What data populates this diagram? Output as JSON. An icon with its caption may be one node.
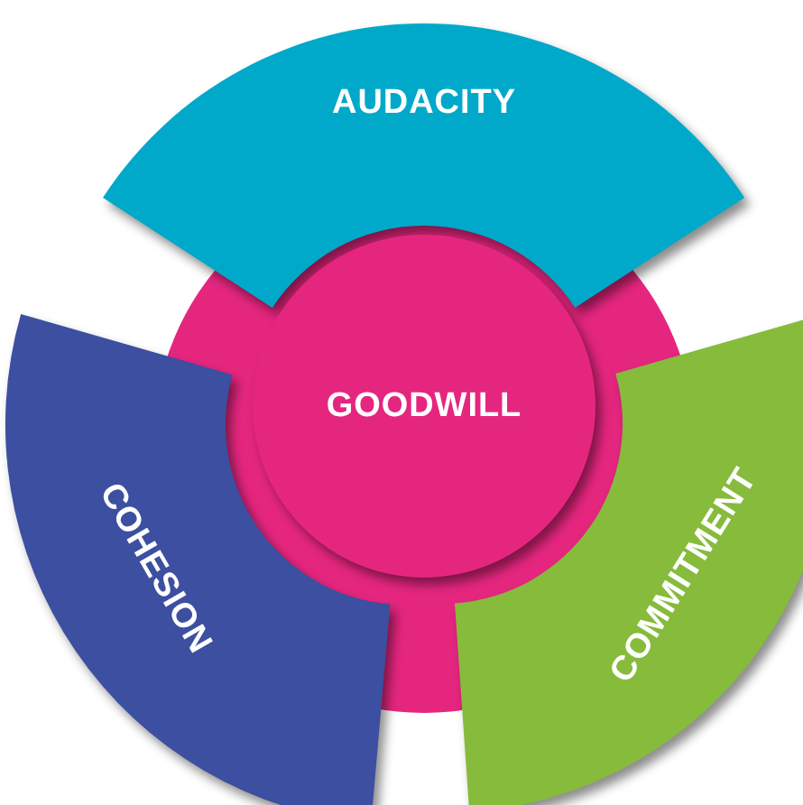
{
  "diagram": {
    "nodes": [
      {
        "text": [
          "AUDACITY"
        ]
      },
      {
        "text": [
          "GOODWILL"
        ]
      },
      {
        "text": [
          "COHESION"
        ]
      },
      {
        "text": [
          "COMMITMENT"
        ]
      }
    ]
  }
}
